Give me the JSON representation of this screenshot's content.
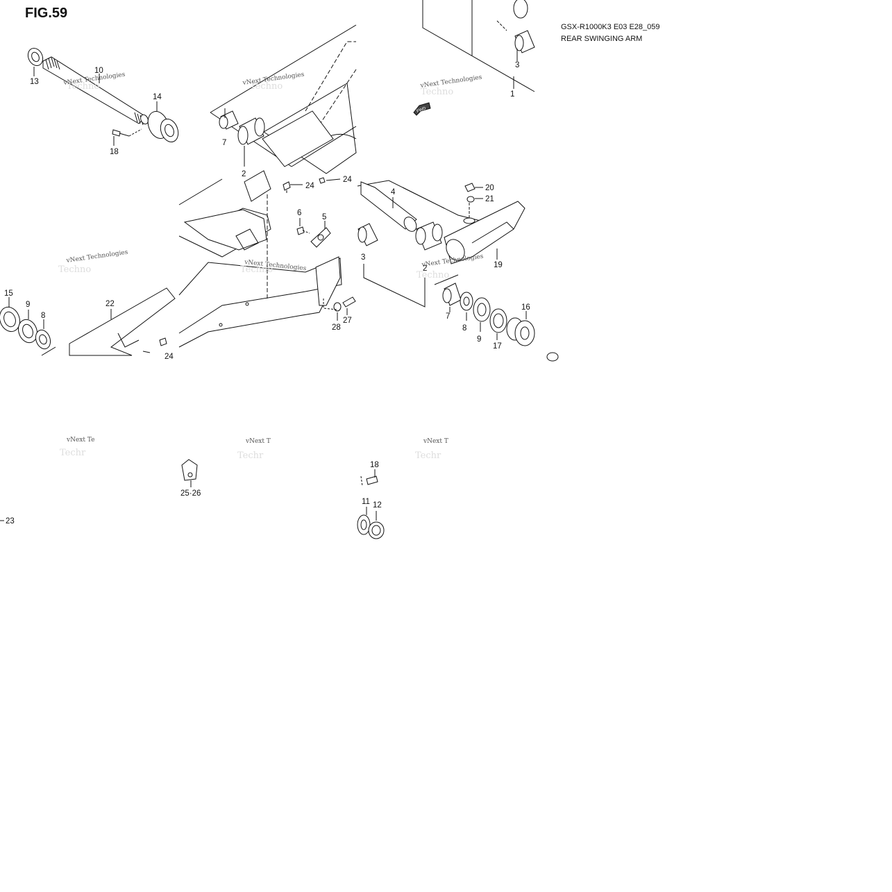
{
  "figure": {
    "title": "FIG.59",
    "model_code": "GSX-R1000K3 E03 E28_059",
    "subtitle": "REAR SWINGING ARM"
  },
  "watermark_text": "vNext Technologies",
  "fwd_arrow_label": "FWD",
  "callouts": [
    {
      "id": "c13",
      "label": "13"
    },
    {
      "id": "c10",
      "label": "10"
    },
    {
      "id": "c14",
      "label": "14"
    },
    {
      "id": "c18a",
      "label": "18"
    },
    {
      "id": "c7a",
      "label": "7"
    },
    {
      "id": "c2a",
      "label": "2"
    },
    {
      "id": "c24a",
      "label": "24"
    },
    {
      "id": "c24b",
      "label": "24"
    },
    {
      "id": "c3a",
      "label": "3"
    },
    {
      "id": "c1",
      "label": "1"
    },
    {
      "id": "c4",
      "label": "4"
    },
    {
      "id": "c20",
      "label": "20"
    },
    {
      "id": "c21",
      "label": "21"
    },
    {
      "id": "c6",
      "label": "6"
    },
    {
      "id": "c5",
      "label": "5"
    },
    {
      "id": "c3b",
      "label": "3"
    },
    {
      "id": "c2b",
      "label": "2"
    },
    {
      "id": "c19",
      "label": "19"
    },
    {
      "id": "c15",
      "label": "15"
    },
    {
      "id": "c9a",
      "label": "9"
    },
    {
      "id": "c8a",
      "label": "8"
    },
    {
      "id": "c22",
      "label": "22"
    },
    {
      "id": "c24c",
      "label": "24"
    },
    {
      "id": "c28",
      "label": "28"
    },
    {
      "id": "c27",
      "label": "27"
    },
    {
      "id": "c7b",
      "label": "7"
    },
    {
      "id": "c8b",
      "label": "8"
    },
    {
      "id": "c9b",
      "label": "9"
    },
    {
      "id": "c17",
      "label": "17"
    },
    {
      "id": "c16",
      "label": "16"
    },
    {
      "id": "c2526",
      "label": "25·26"
    },
    {
      "id": "c18b",
      "label": "18"
    },
    {
      "id": "c11",
      "label": "11"
    },
    {
      "id": "c12",
      "label": "12"
    },
    {
      "id": "c23",
      "label": "23"
    }
  ]
}
